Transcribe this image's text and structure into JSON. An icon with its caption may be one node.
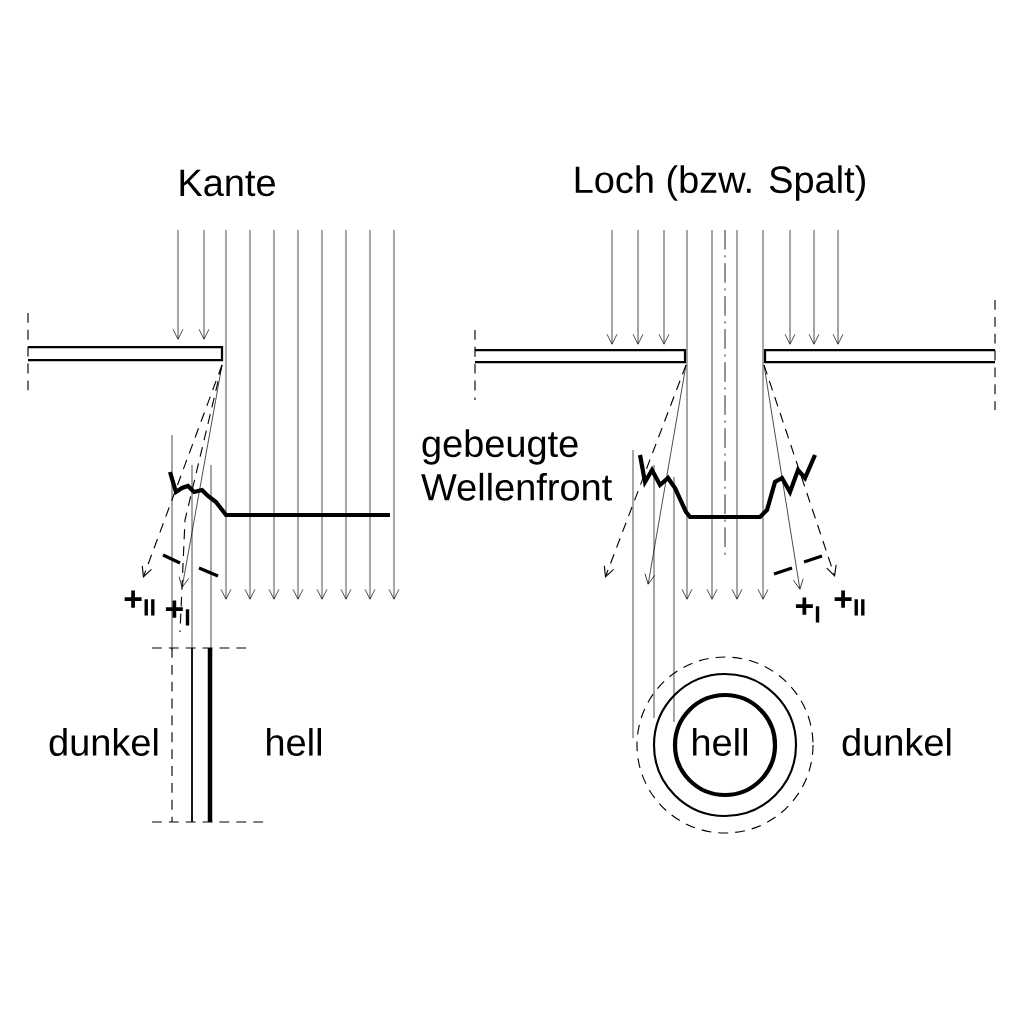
{
  "diagram": {
    "labels": [
      "Kante",
      "Loch (bzw. Spalt)",
      "gebeugte Wellenfront",
      "+$_{II}$",
      "+$_{I}$",
      "+$_{I}$",
      "+$_{II}$",
      "dunkel",
      "hell",
      "hell",
      "dunkel"
    ]
  }
}
